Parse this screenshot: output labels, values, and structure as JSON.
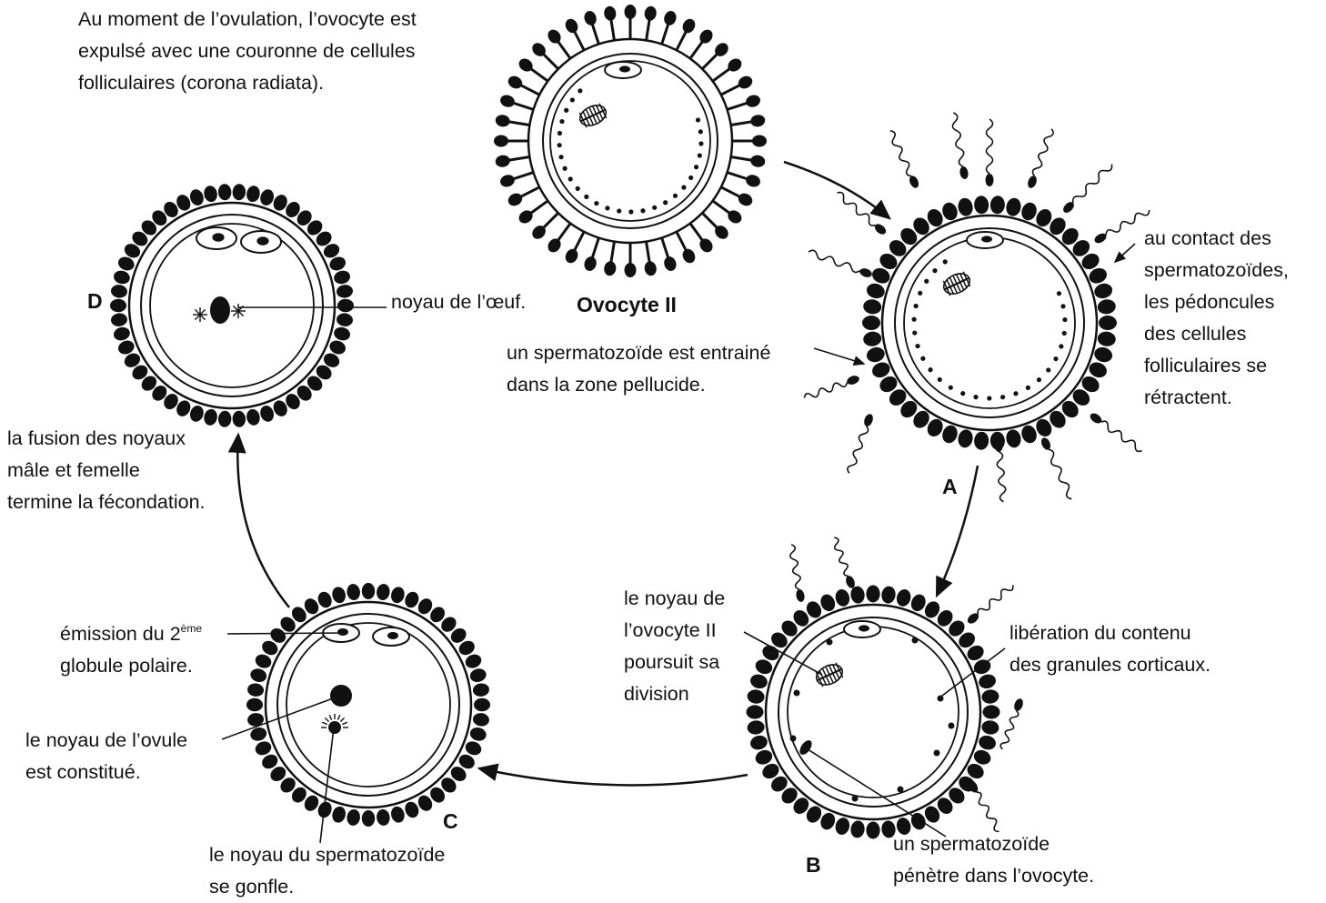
{
  "stage_labels": {
    "A": "A",
    "B": "B",
    "C": "C",
    "D": "D"
  },
  "titles": {
    "ovocyte": "Ovocyte II"
  },
  "texts": {
    "ovulation": [
      "Au moment de l’ovulation, l’ovocyte est",
      "expulsé avec une couronne de cellules",
      "folliculaires (corona radiata)."
    ],
    "contact": [
      "au contact des",
      "spermatozoïdes,",
      "les pédoncules",
      "des cellules",
      "folliculaires se",
      "rétractent."
    ],
    "entraine": [
      "un spermatozoïde est entrainé",
      "dans la zone pellucide."
    ],
    "noyau_oeuf": "noyau de l’œuf.",
    "fusion": [
      "la fusion des noyaux",
      "mâle et femelle",
      "termine la fécondation."
    ],
    "noyau_ovocyte": [
      "le noyau de",
      "l’ovocyte II",
      "poursuit sa",
      "division"
    ],
    "liberation": [
      "libération du contenu",
      "des granules corticaux."
    ],
    "emission_line1": "émission du 2",
    "emission_sup": "ème",
    "emission_line2": "globule polaire.",
    "ovule": [
      "le noyau de l’ovule",
      "est constitué."
    ],
    "penetre": [
      "un spermatozoïde",
      "pénètre dans l’ovocyte."
    ],
    "gonfle": [
      "le noyau du spermatozoïde",
      "se gonfle."
    ]
  }
}
